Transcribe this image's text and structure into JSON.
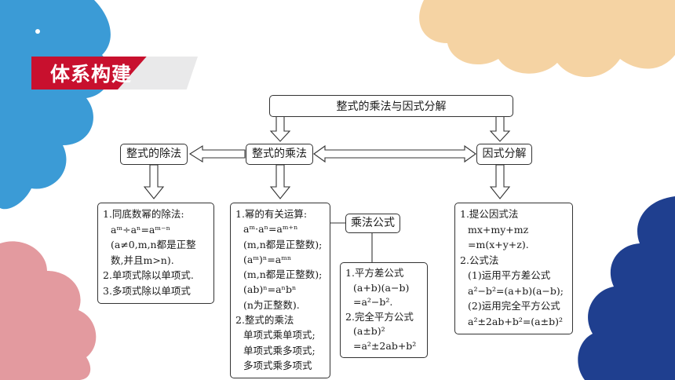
{
  "header": {
    "title": "体系构建"
  },
  "top_box": {
    "title": "整式的乘法与因式分解"
  },
  "nodes": {
    "division": "整式的除法",
    "multiplication": "整式的乘法",
    "factorization": "因式分解",
    "formulas": "乘法公式"
  },
  "division_box": {
    "lines": [
      "1.同底数幂的除法:",
      "aᵐ÷aⁿ=aᵐ⁻ⁿ",
      "(a≠0,m,n都是正整",
      "数,并且m>n).",
      "2.单项式除以单项式.",
      "3.多项式除以单项式"
    ]
  },
  "multiplication_box": {
    "lines": [
      "1.幂的有关运算:",
      "aᵐ·aⁿ=aᵐ⁺ⁿ",
      "(m,n都是正整数);",
      "(aᵐ)ⁿ=aᵐⁿ",
      "(m,n都是正整数);",
      "(ab)ⁿ=aⁿbⁿ",
      "(n为正整数).",
      "2.整式的乘法",
      "单项式乘单项式;",
      "单项式乘多项式;",
      "多项式乘多项式"
    ]
  },
  "formulas_box": {
    "lines": [
      "1.平方差公式",
      "(a+b)(a−b)",
      "=a²−b².",
      "2.完全平方公式",
      "(a±b)²",
      "=a²±2ab+b²"
    ]
  },
  "factorization_box": {
    "lines": [
      "1.提公因式法",
      "mx+my+mz",
      "=m(x+y+z).",
      "2.公式法",
      "(1)运用平方差公式",
      "a²−b²=(a+b)(a−b);",
      "(2)运用完全平方公式",
      "a²±2ab+b²=(a±b)²"
    ]
  },
  "colors": {
    "header_red": "#c8102e",
    "blob_blue": "#3b9bd6",
    "blob_peach": "#f5d3a3",
    "blob_pink": "#e39a9f",
    "blob_navy": "#1f3f8f"
  }
}
